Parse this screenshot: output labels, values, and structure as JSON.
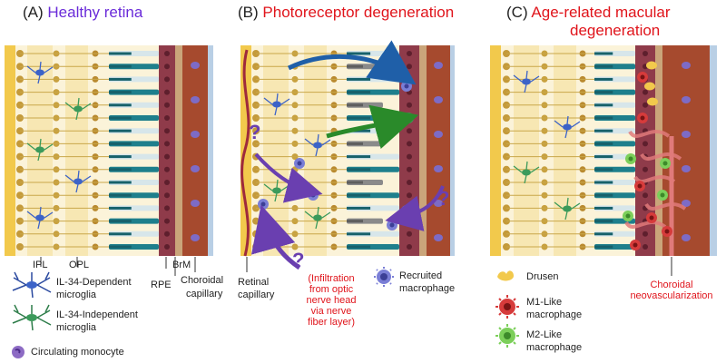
{
  "panels": {
    "a": {
      "prefix": "(A)",
      "title": "Healthy retina"
    },
    "b": {
      "prefix": "(B)",
      "title": "Photoreceptor degeneration"
    },
    "c": {
      "prefix": "(C)",
      "title_line1": "Age-related macular",
      "title_line2": "degeneration"
    }
  },
  "labels_a": {
    "ipl": "IPL",
    "opl": "OPL",
    "brm": "BrM",
    "rpe": "RPE",
    "choroidal": "Choroidal",
    "capillary": "capillary"
  },
  "legend_a": {
    "il34_dep_1": "IL-34-Dependent",
    "il34_dep_2": "microglia",
    "il34_indep_1": "IL-34-Independent",
    "il34_indep_2": "microglia",
    "monocyte": "Circulating monocyte"
  },
  "labels_b": {
    "retinal_1": "Retinal",
    "retinal_2": "capillary",
    "infiltration": [
      "(Infiltration",
      "from optic",
      "nerve head",
      "via nerve",
      "fiber layer)"
    ],
    "recruited_1": "Recruited",
    "recruited_2": "macrophage",
    "question": "?"
  },
  "legend_c": {
    "drusen": "Drusen",
    "m1_1": "M1-Like",
    "m1_2": "macrophage",
    "m2_1": "M2-Like",
    "m2_2": "macrophage",
    "cnv_1": "Choroidal",
    "cnv_2": "neovascularization"
  },
  "colors": {
    "accent_purple": "#6a2bd9",
    "accent_red": "#e0141b",
    "rpe": "#8f3b4a",
    "choroid": "#a64a2e",
    "photoreceptor": "#1e7f8c",
    "m1": "#d63b3b",
    "m2": "#6cc24a",
    "drusen": "#f2c94c"
  }
}
